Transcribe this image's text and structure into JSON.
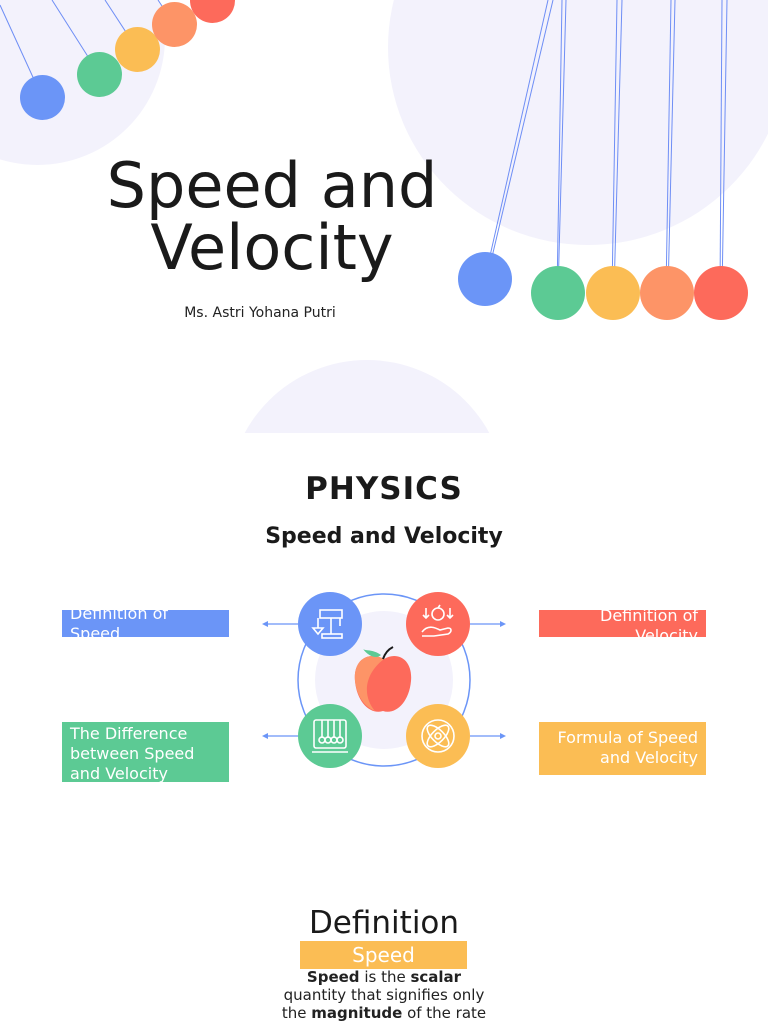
{
  "slide1": {
    "title": "Speed and Velocity",
    "author": "Ms. Astri Yohana Putri"
  },
  "slide2": {
    "heading": "PHYSICS",
    "subheading": "Speed and Velocity",
    "topics": [
      {
        "label": "Definition of Speed",
        "color": "#6b95f7"
      },
      {
        "label": "Definition of Velocity",
        "color": "#fd6a5b"
      },
      {
        "label": "The Difference between Speed and Velocity",
        "color": "#5cca94"
      },
      {
        "label": "Formula of Speed and Velocity",
        "color": "#fbbd54"
      }
    ],
    "icons": [
      "scale-icon",
      "apple-gravity-icon",
      "newtons-cradle-icon",
      "atom-icon"
    ],
    "center_icon": "apple-icon"
  },
  "slide3": {
    "title": "Definition",
    "tag": "Speed",
    "body_parts": [
      {
        "text": "Speed",
        "bold": true
      },
      {
        "text": " is the ",
        "bold": false
      },
      {
        "text": "scalar",
        "bold": true
      },
      {
        "text": " quantity that signifies only the ",
        "bold": false
      },
      {
        "text": "magnitude",
        "bold": true
      },
      {
        "text": " of the rate",
        "bold": false
      }
    ]
  },
  "colors": {
    "blue": "#6b95f7",
    "green": "#5cca94",
    "yellow": "#fbbd54",
    "orange": "#fd9467",
    "red": "#fd6a5b",
    "string": "#6e8ef5",
    "bg_circle": "#f3f2fc"
  }
}
